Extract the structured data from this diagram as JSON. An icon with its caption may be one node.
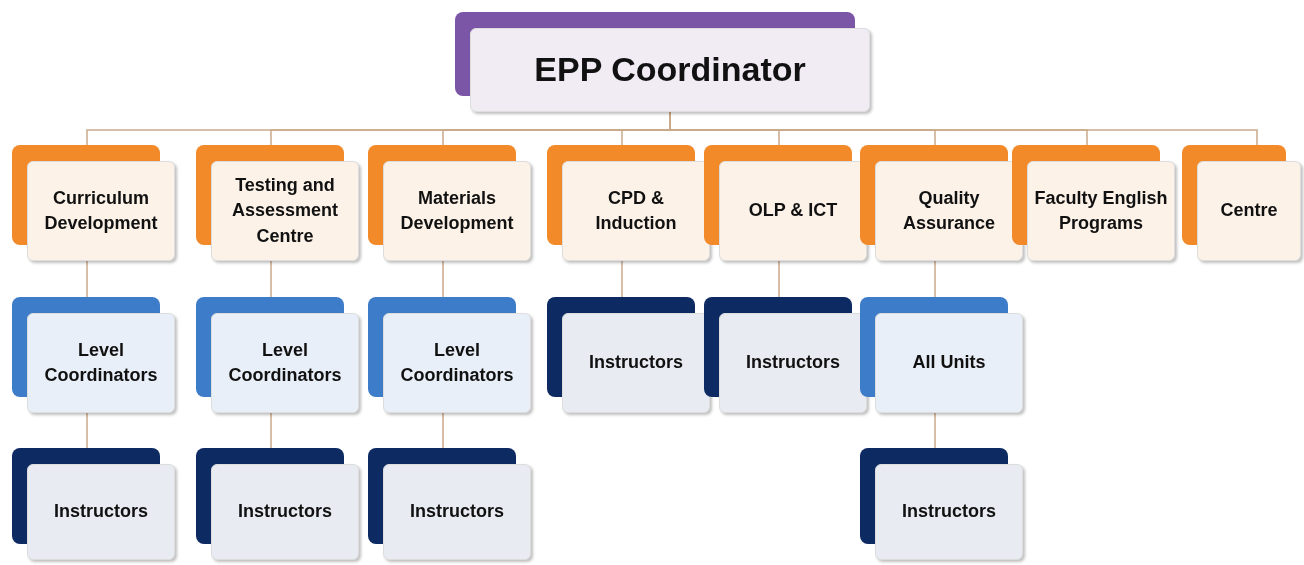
{
  "diagram": {
    "nodes": [
      {
        "text": [
          "EPP Coordinator"
        ]
      },
      {
        "text": [
          "Curriculum Development"
        ]
      },
      {
        "text": [
          "Testing and Assessment Centre"
        ]
      },
      {
        "text": [
          "Materials Development"
        ]
      },
      {
        "text": [
          "CPD & Induction"
        ]
      },
      {
        "text": [
          "OLP & ICT"
        ]
      },
      {
        "text": [
          "Quality Assurance"
        ]
      },
      {
        "text": [
          "Faculty English Programs"
        ]
      },
      {
        "text": [
          "Centre"
        ]
      },
      {
        "text": [
          "Level Coordinators"
        ]
      },
      {
        "text": [
          "Level Coordinators"
        ]
      },
      {
        "text": [
          "Level Coordinators"
        ]
      },
      {
        "text": [
          "Instructors"
        ]
      },
      {
        "text": [
          "Instructors"
        ]
      },
      {
        "text": [
          "All Units"
        ]
      },
      {
        "text": [
          "Instructors"
        ]
      },
      {
        "text": [
          "Instructors"
        ]
      },
      {
        "text": [
          "Instructors"
        ]
      },
      {
        "text": [
          "Instructors"
        ]
      }
    ],
    "edges": [
      {
        "from": 0,
        "to": 1,
        "arrow": "none"
      },
      {
        "from": 0,
        "to": 2,
        "arrow": "none"
      },
      {
        "from": 0,
        "to": 3,
        "arrow": "none"
      },
      {
        "from": 0,
        "to": 4,
        "arrow": "none"
      },
      {
        "from": 0,
        "to": 5,
        "arrow": "none"
      },
      {
        "from": 0,
        "to": 6,
        "arrow": "none"
      },
      {
        "from": 0,
        "to": 7,
        "arrow": "none"
      },
      {
        "from": 0,
        "to": 8,
        "arrow": "none"
      },
      {
        "from": 1,
        "to": 9,
        "arrow": "none"
      },
      {
        "from": 2,
        "to": 10,
        "arrow": "none"
      },
      {
        "from": 3,
        "to": 11,
        "arrow": "none"
      },
      {
        "from": 4,
        "to": 12,
        "arrow": "none"
      },
      {
        "from": 5,
        "to": 13,
        "arrow": "none"
      },
      {
        "from": 6,
        "to": 14,
        "arrow": "none"
      },
      {
        "from": 9,
        "to": 15,
        "arrow": "none"
      },
      {
        "from": 10,
        "to": 16,
        "arrow": "none"
      },
      {
        "from": 11,
        "to": 17,
        "arrow": "none"
      },
      {
        "from": 14,
        "to": 18,
        "arrow": "none"
      }
    ]
  }
}
